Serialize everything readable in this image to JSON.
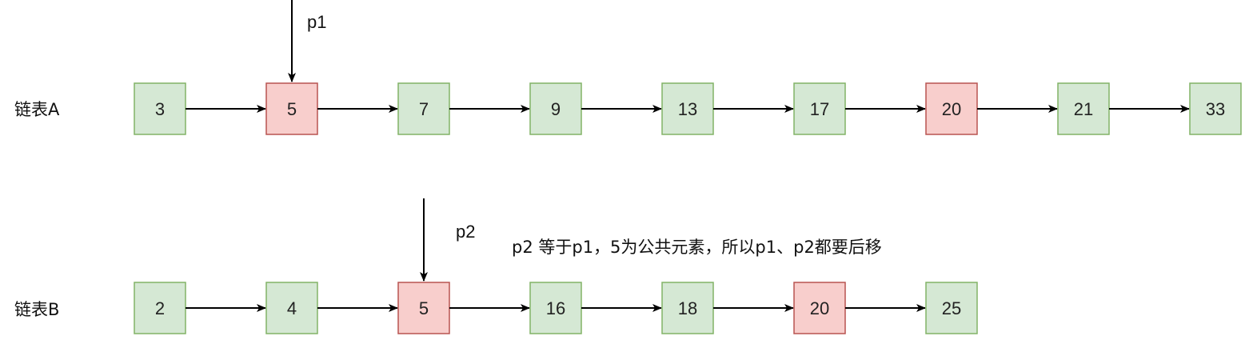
{
  "colors": {
    "normal_fill": "#d5e8d4",
    "normal_stroke": "#82b366",
    "highlight_fill": "#f8cecc",
    "highlight_stroke": "#b85450",
    "arrow": "#000000"
  },
  "list_a": {
    "label": "链表A",
    "nodes": [
      {
        "value": "3",
        "highlight": false
      },
      {
        "value": "5",
        "highlight": true
      },
      {
        "value": "7",
        "highlight": false
      },
      {
        "value": "9",
        "highlight": false
      },
      {
        "value": "13",
        "highlight": false
      },
      {
        "value": "17",
        "highlight": false
      },
      {
        "value": "20",
        "highlight": true
      },
      {
        "value": "21",
        "highlight": false
      },
      {
        "value": "33",
        "highlight": false
      }
    ],
    "pointer": {
      "label": "p1",
      "node_index": 1
    }
  },
  "list_b": {
    "label": "链表B",
    "nodes": [
      {
        "value": "2",
        "highlight": false
      },
      {
        "value": "4",
        "highlight": false
      },
      {
        "value": "5",
        "highlight": true
      },
      {
        "value": "16",
        "highlight": false
      },
      {
        "value": "18",
        "highlight": false
      },
      {
        "value": "20",
        "highlight": true
      },
      {
        "value": "25",
        "highlight": false
      }
    ],
    "pointer": {
      "label": "p2",
      "node_index": 2
    }
  },
  "note": "p2 等于p1，5为公共元素，所以p1、p2都要后移"
}
